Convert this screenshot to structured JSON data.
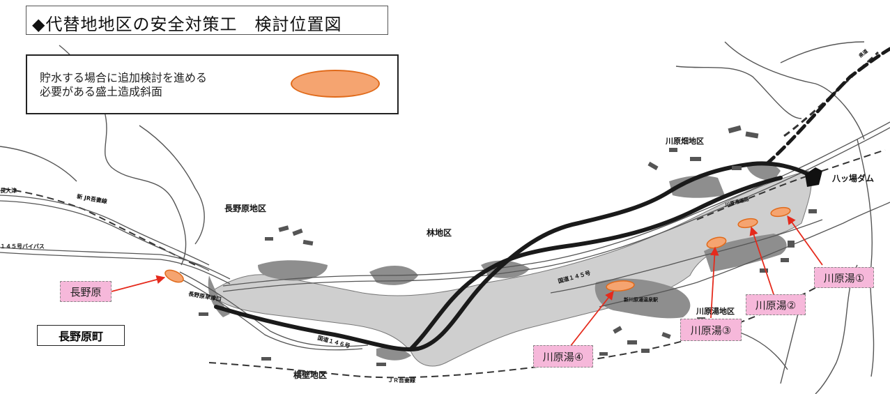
{
  "title": "◆代替地地区の安全対策工　検討位置図",
  "legend": {
    "line1": "貯水する場合に追加検討を進める",
    "line2": "必要がある盛土造成斜面",
    "swatch_color": "#f5a470",
    "swatch_border": "#e06a1a"
  },
  "town": "長野原町",
  "districts": {
    "naganohara": "長野原地区",
    "hayashi": "林地区",
    "yokokabe": "横壁地区",
    "kawarahata": "川原畑地区",
    "kawarayu": "川原湯地区",
    "dam": "八ッ場ダム"
  },
  "road_labels": {
    "bypass145": "１４５号バイパス",
    "nagano_ouchi": "長大津",
    "jr_agatsuma_top": "新 JR吾妻線",
    "jr_agatsuma_bottom": "ＪＲ吾妻線",
    "route145": "国道１４５号",
    "route146": "国道１４６号",
    "naganohara_kusatsuguchi": "長野原草津口",
    "kawaraburo_station": "新川原湯温泉駅",
    "kawarayu_road": "川原湯道路",
    "prefroad": "県道"
  },
  "sites": [
    {
      "label": "長野原"
    },
    {
      "label": "川原湯①"
    },
    {
      "label": "川原湯②"
    },
    {
      "label": "川原湯③"
    },
    {
      "label": "川原湯④"
    }
  ],
  "colors": {
    "reservoir": "#cfcfcf",
    "developed": "#8e8e8e",
    "site_fill": "#f5a470",
    "site_stroke": "#e06a1a",
    "arrow": "#e52a1c",
    "callout_fill": "#f6b8da"
  }
}
